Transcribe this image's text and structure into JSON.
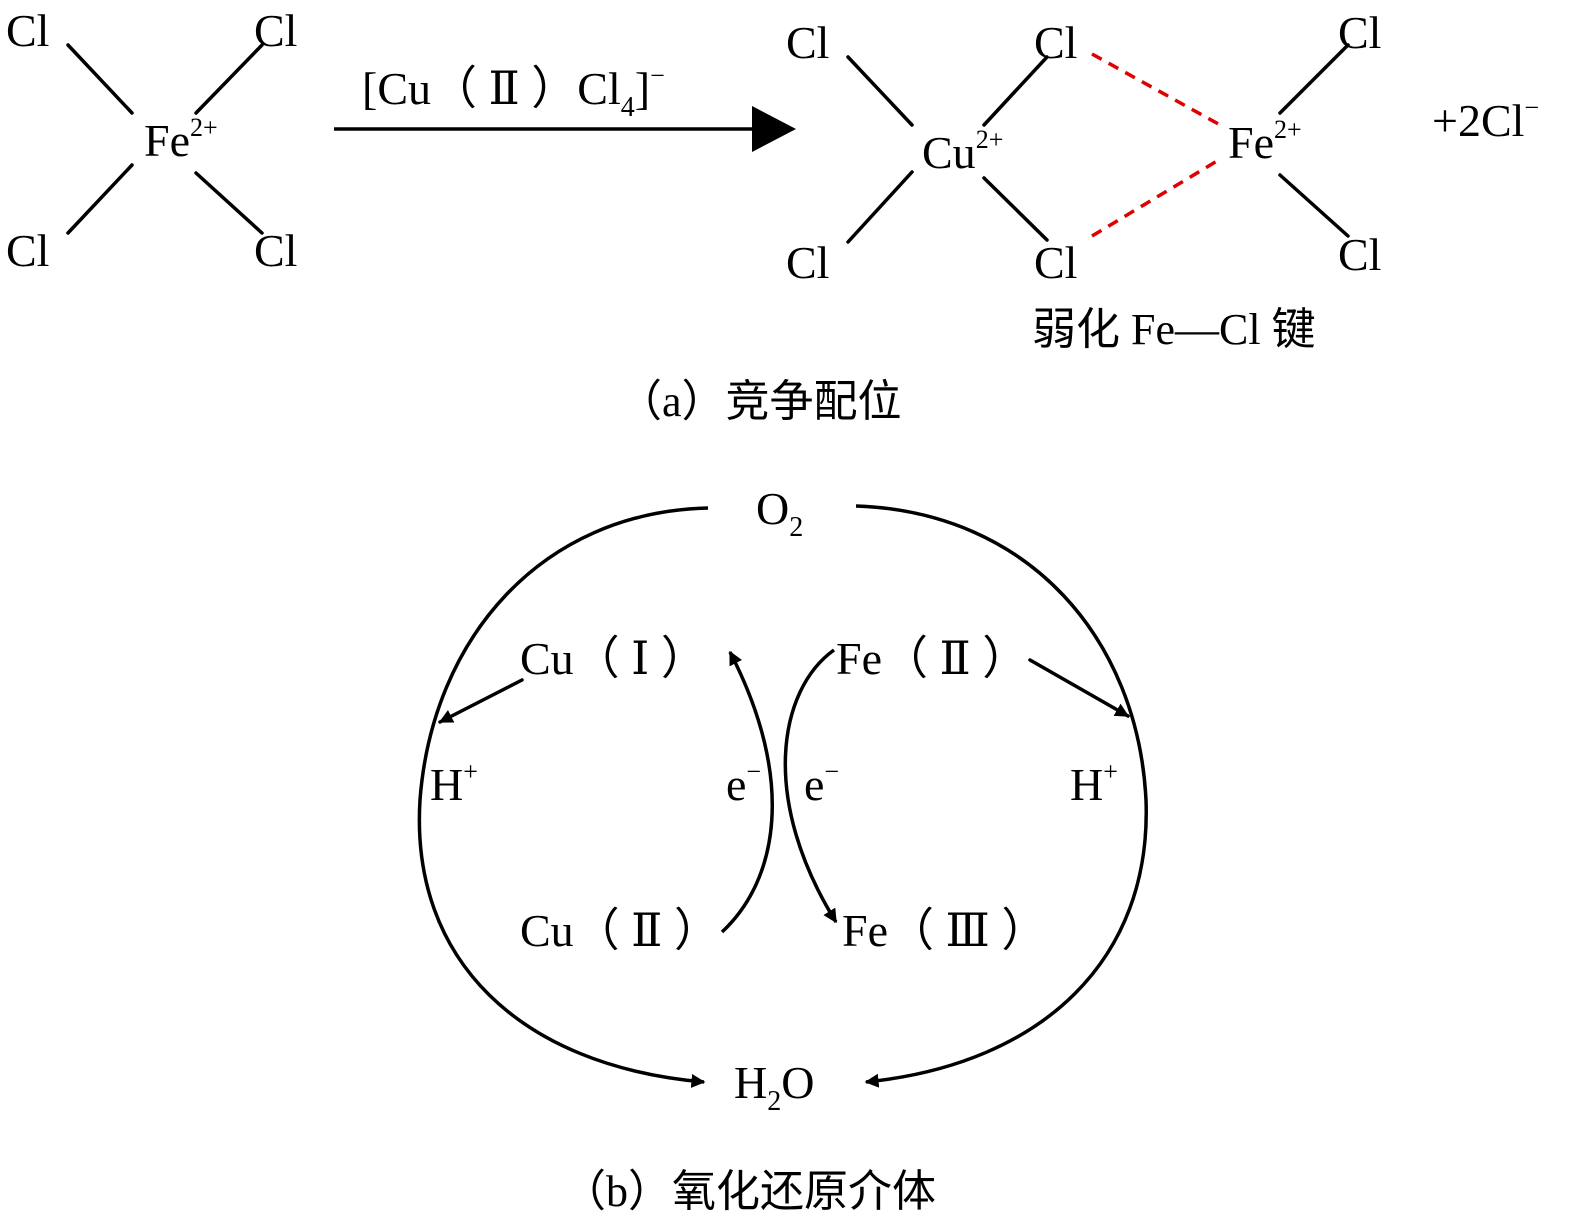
{
  "panel_a": {
    "reactant": {
      "center": "Fe",
      "charge": "2+",
      "ligand": "Cl"
    },
    "reagent": {
      "open": "[Cu（ Ⅱ ）Cl",
      "sub": "4",
      "close": "]",
      "charge": "−"
    },
    "product": {
      "cu_center": "Cu",
      "cu_charge": "2+",
      "fe_center": "Fe",
      "fe_charge": "2+",
      "ligand": "Cl",
      "byproduct_main": "+2Cl",
      "byproduct_charge": "−"
    },
    "annotation": "弱化 Fe—Cl 键",
    "caption": "（a）竞争配位"
  },
  "panel_b": {
    "o2": {
      "main": "O",
      "sub": "2"
    },
    "h2o": {
      "pre": "H",
      "sub": "2",
      "post": "O"
    },
    "h_left": {
      "main": "H",
      "sup": "+"
    },
    "h_right": {
      "main": "H",
      "sup": "+"
    },
    "cu1": "Cu（ Ⅰ ）",
    "cu2": "Cu（ Ⅱ ）",
    "fe2": "Fe（ Ⅱ ）",
    "fe3": "Fe（ Ⅲ ）",
    "e_left": {
      "main": "e",
      "sup": "−"
    },
    "e_right": {
      "main": "e",
      "sup": "−"
    },
    "caption": "（b）氧化还原介体"
  },
  "colors": {
    "ink": "#000000",
    "weak_bond": "#e00000",
    "background": "#ffffff"
  }
}
